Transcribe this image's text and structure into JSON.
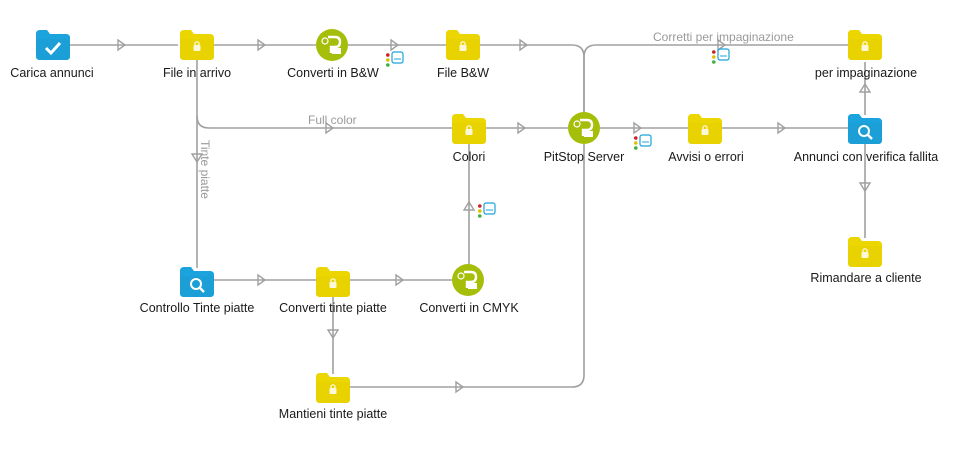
{
  "colors": {
    "folder": "#ECD600",
    "folder_dark": "#D6C200",
    "blue": "#1AA3DC",
    "green": "#A5BE0A",
    "line": "#a0a0a0",
    "dot_red": "#D02020",
    "dot_yellow": "#E0C000",
    "dot_green": "#40B040"
  },
  "nodes": {
    "carica": {
      "label": "Carica annunci",
      "icon": "check-folder-icon"
    },
    "file_arrivo": {
      "label": "File in arrivo",
      "icon": "locked-folder-icon"
    },
    "converti_bw": {
      "label": "Converti in B&W",
      "icon": "pitstop-icon"
    },
    "file_bw": {
      "label": "File B&W",
      "icon": "locked-folder-icon"
    },
    "impag": {
      "label": "per impaginazione",
      "icon": "locked-folder-icon"
    },
    "colori": {
      "label": "Colori",
      "icon": "locked-folder-icon"
    },
    "pitstop_server": {
      "label": "PitStop Server",
      "icon": "pitstop-icon"
    },
    "avvisi": {
      "label": "Avvisi o errori",
      "icon": "locked-folder-icon"
    },
    "verifica": {
      "label": "Annunci con verifica fallita",
      "icon": "search-folder-icon"
    },
    "rimandare": {
      "label": "Rimandare a cliente",
      "icon": "locked-folder-icon"
    },
    "controllo": {
      "label": "Controllo Tinte piatte",
      "icon": "search-folder-icon"
    },
    "conv_tinte": {
      "label": "Converti tinte piatte",
      "icon": "locked-folder-icon"
    },
    "cmyk": {
      "label": "Converti in CMYK",
      "icon": "pitstop-icon"
    },
    "mantieni": {
      "label": "Mantieni tinte piatte",
      "icon": "locked-folder-icon"
    }
  },
  "connections": {
    "full_color": "Full color",
    "tinte_piatte": "Tinte piatte",
    "corretti": "Corretti per impaginazione"
  }
}
